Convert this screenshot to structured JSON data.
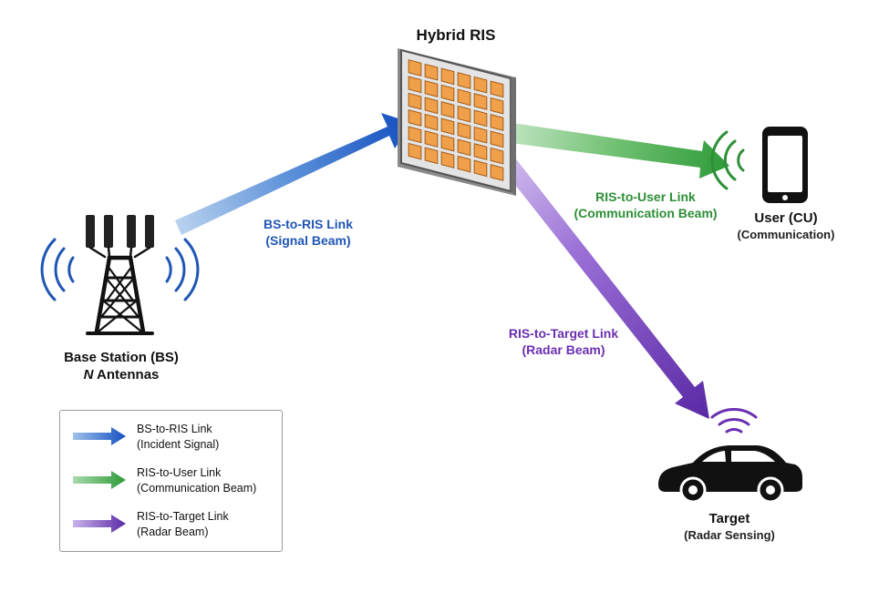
{
  "ris": {
    "title": "Hybrid RIS"
  },
  "bs": {
    "name": "Base Station (BS)",
    "antennas_var": "N",
    "antennas_label": " Antennas"
  },
  "user": {
    "name": "User (CU)",
    "role": "(Communication)"
  },
  "target": {
    "name": "Target",
    "role": "(Radar Sensing)"
  },
  "links": {
    "bs_ris": {
      "line1": "BS-to-RIS Link",
      "line2": "(Signal Beam)",
      "color": "#1f56b5"
    },
    "ris_user": {
      "line1": "RIS-to-User Link",
      "line2": "(Communication Beam)",
      "color": "#2d8f37"
    },
    "ris_target": {
      "line1": "RIS-to-Target Link",
      "line2": "(Radar Beam)",
      "color": "#6a2fb0"
    }
  },
  "legend": {
    "items": [
      {
        "line1": "BS-to-RIS Link",
        "line2": "(Incident Signal)",
        "color": "#1f56b5"
      },
      {
        "line1": "RIS-to-User Link",
        "line2": "(Communication Beam)",
        "color": "#2d8f37"
      },
      {
        "line1": "RIS-to-Target Link",
        "line2": "(Radar Beam)",
        "color": "#6a2fb0"
      }
    ]
  },
  "icons": [
    "cell-tower-icon",
    "ris-panel-icon",
    "smartphone-icon",
    "car-icon",
    "wireless-signal-icon"
  ]
}
